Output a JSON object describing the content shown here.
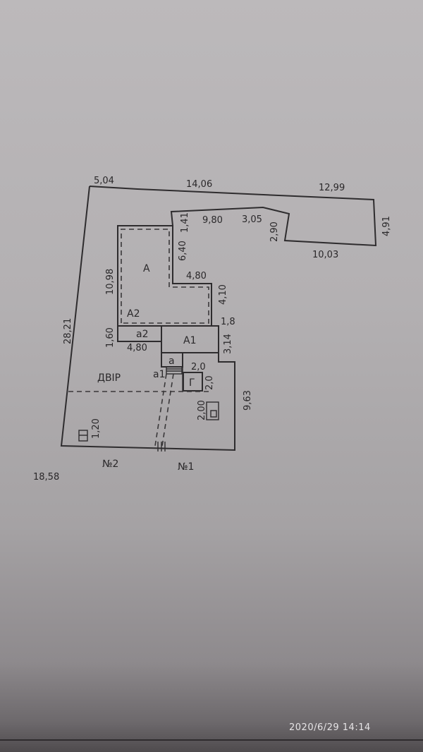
{
  "plan": {
    "dimensions": {
      "top_left": "5,04",
      "top_mid": "14,06",
      "top_right": "12,99",
      "right": "4,91",
      "bottom_right": "10,03",
      "notch": "2,90",
      "inner_top": "9,80",
      "inner_right": "3,05",
      "inner_step": "1,41",
      "house_right_upper": "6,40",
      "house_step": "4,80",
      "house_right_lower": "4,10",
      "house_left": "10,98",
      "left_boundary": "28,21",
      "a2_height": "1,60",
      "a2_width": "4,80",
      "a1_small": "1,8",
      "a1_right": "3,14",
      "g_width": "2,0",
      "g_height": "2,0",
      "right_lower": "9,63",
      "shed": "2,00",
      "toilet": "1,20",
      "bottom": "18,58"
    },
    "rooms": {
      "a_main": "А",
      "a2": "А2",
      "a2_small": "а2",
      "a1": "А1",
      "a_porch": "а",
      "a1_porch": "а1",
      "garage": "Г",
      "yard": "ДВІР"
    },
    "lots": {
      "lot2": "№2",
      "lot1": "№1"
    }
  },
  "photo": {
    "timestamp": "2020/6/29  14:14"
  }
}
